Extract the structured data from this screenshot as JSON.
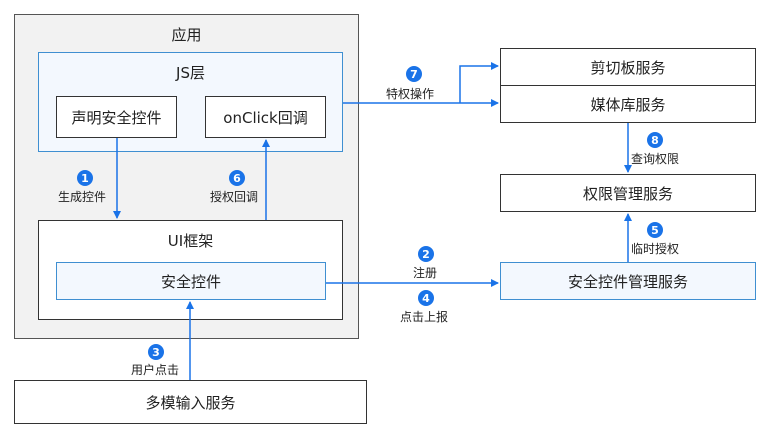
{
  "app": {
    "title": "应用"
  },
  "js_layer": {
    "title": "JS层",
    "declare": "声明安全控件",
    "onclick": "onClick回调"
  },
  "ui_framework": {
    "title": "UI框架",
    "control": "安全控件"
  },
  "services": {
    "clipboard": "剪切板服务",
    "media": "媒体库服务",
    "permission": "权限管理服务",
    "security_control": "安全控件管理服务",
    "multimodal_input": "多模输入服务"
  },
  "steps": [
    {
      "num": "1",
      "label": "生成控件"
    },
    {
      "num": "2",
      "label": "注册"
    },
    {
      "num": "3",
      "label": "用户点击"
    },
    {
      "num": "4",
      "label": "点击上报"
    },
    {
      "num": "5",
      "label": "临时授权"
    },
    {
      "num": "6",
      "label": "授权回调"
    },
    {
      "num": "7",
      "label": "特权操作"
    },
    {
      "num": "8",
      "label": "查询权限"
    }
  ],
  "colors": {
    "accent": "#1a73e8",
    "blue_border": "#3f8fd1",
    "blue_fill": "#f3f8fe",
    "gray_fill": "#f2f2f2"
  }
}
